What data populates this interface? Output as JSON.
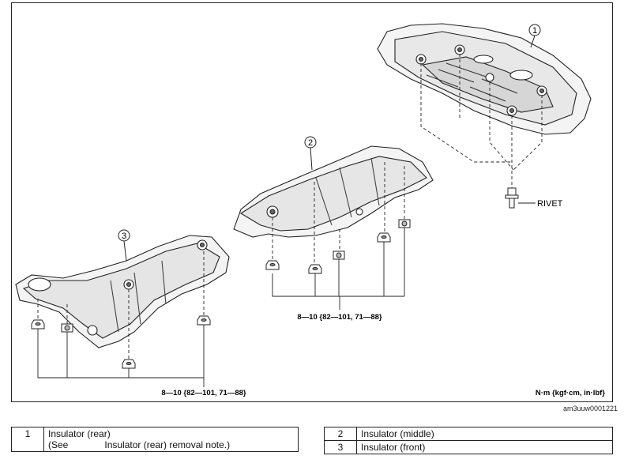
{
  "diagram": {
    "callouts": [
      "1",
      "2",
      "3"
    ],
    "rivet_label": "RIVET",
    "torque_top": "8—10 {82—101, 71—88}",
    "torque_bottom": "8—10 {82—101, 71—88}",
    "unit_note": "N·m {kgf·cm, in·lbf}",
    "figure_code": "am3uuw0001221"
  },
  "legend": {
    "left": [
      {
        "num": "1",
        "name": "Insulator (rear)",
        "note_prefix": "(See",
        "note_link": "Insulator (rear) removal note.)"
      }
    ],
    "right": [
      {
        "num": "2",
        "name": "Insulator (middle)"
      },
      {
        "num": "3",
        "name": "Insulator (front)"
      }
    ]
  }
}
